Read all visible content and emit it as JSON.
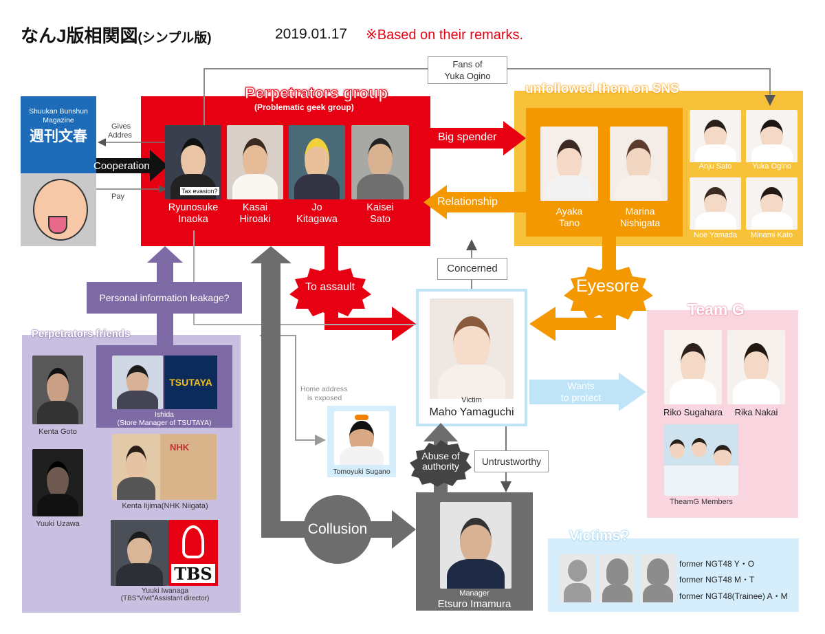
{
  "header": {
    "title": "なんJ版相関図",
    "subtitle": "(シンプル版)",
    "date": "2019.01.17",
    "note": "※Based on their remarks."
  },
  "bunshun": {
    "line1": "Shuukan Bunshun",
    "line2": "Magazine",
    "logo": "週刊文春"
  },
  "perpetrators": {
    "title": "Perpetrators group",
    "subtitle": "(Problematic geek group)",
    "members": [
      {
        "name1": "Ryunosuke",
        "name2": "Inaoka"
      },
      {
        "name1": "Kasai",
        "name2": "Hiroaki"
      },
      {
        "name1": "Jo",
        "name2": "Kitagawa"
      },
      {
        "name1": "Kaisei",
        "name2": "Sato"
      }
    ],
    "tax_tag": "Tax evasion?"
  },
  "unfollowed": {
    "title": "unfollowed them on SNS",
    "main": [
      {
        "name1": "Ayaka",
        "name2": "Tano"
      },
      {
        "name1": "Marina",
        "name2": "Nishigata"
      }
    ],
    "small": [
      "Anju Sato",
      "Yuka Ogino",
      "Noe Yamada",
      "Minami Kato"
    ]
  },
  "edges": {
    "fans_line1": "Fans of",
    "fans_line2": "Yuka Ogino",
    "gives_line1": "Gives",
    "gives_line2": "Addres",
    "cooperation": "Cooperation",
    "pay": "Pay",
    "big_spender": "Big spender",
    "relationship": "Relationship",
    "to_assault": "To assault",
    "eyesore": "Eyesore",
    "concerned": "Concerned",
    "personal_info": "Personal information leakage?",
    "home_line1": "Home address",
    "home_line2": "is exposed",
    "abuse_line1": "Abuse of",
    "abuse_line2": "authority",
    "untrustworthy": "Untrustworthy",
    "collusion": "Collusion",
    "wants_line1": "Wants",
    "wants_line2": "to protect"
  },
  "victim": {
    "role": "Victim",
    "name": "Maho Yamaguchi"
  },
  "friends": {
    "title": "Perpetrators friends",
    "people": [
      {
        "name": "Kenta Goto"
      },
      {
        "name": "Ishida",
        "detail": "(Store Manager of TSUTAYA)"
      },
      {
        "name": "Yuuki Uzawa"
      },
      {
        "name": "Kenta Iijima(NHK Niigata)"
      },
      {
        "name": "Yuuki Iwanaga",
        "detail": "(TBS\"Vivit\"Assistant director)"
      }
    ],
    "tsutaya": "TSUTAYA",
    "tbs": "TBS",
    "nhk": "NHK"
  },
  "sugano": {
    "name": "Tomoyuki Sugano"
  },
  "manager": {
    "role": "Manager",
    "name": "Etsuro Imamura"
  },
  "teamg": {
    "title": "Team G",
    "members": [
      "Riko Sugahara",
      "Rika Nakai"
    ],
    "group": "TheamG Members"
  },
  "victims": {
    "title": "Victims?",
    "items": [
      "former NGT48 Y・O",
      "former NGT48 M・T",
      "former NGT48(Trainee) A・M"
    ]
  },
  "colors": {
    "red": "#e60012",
    "orange": "#f39800",
    "gold": "#f7c13a",
    "purple": "#7e6aa5",
    "lavender": "#c9bfe0",
    "gray": "#6d6d6d",
    "lightblue": "#bfe4f7",
    "pink": "#f9d5df"
  }
}
